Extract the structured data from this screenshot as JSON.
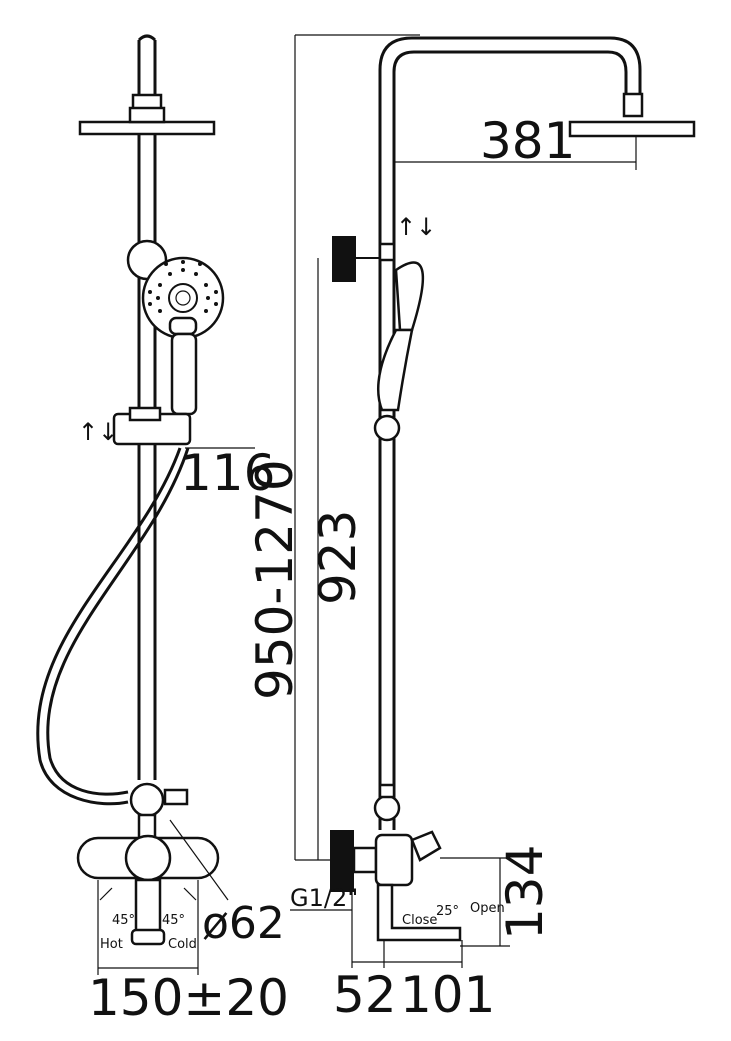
{
  "dimensions": {
    "head_reach": "381",
    "bracket_offset": "116",
    "overall_height": "950-1270",
    "slide_height": "923",
    "mixer_height": "134",
    "connection_size": "G1/2\"",
    "handle_diameter": "ø62",
    "centers": "150±20",
    "wall_depth": "52",
    "spout_reach": "101",
    "hot_angle": "45°",
    "cold_angle": "45°",
    "lever_angle": "25°"
  },
  "labels": {
    "hot": "Hot",
    "cold": "Cold",
    "close": "Close",
    "open": "Open"
  },
  "symbols": {
    "adjust_arrows_front": "↑↓",
    "adjust_arrows_side": "↑↓"
  }
}
